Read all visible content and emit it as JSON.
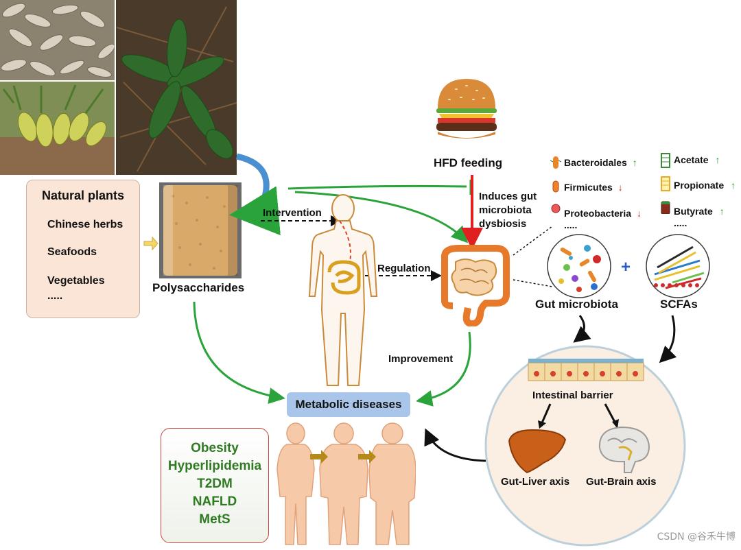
{
  "plants_box": {
    "title": "Natural plants",
    "items": [
      "Chinese herbs",
      "Seafoods",
      "Vegetables",
      "....."
    ]
  },
  "polysaccharides": "Polysaccharides",
  "intervention": "Intervention",
  "regulation": "Regulation",
  "improvement": "Improvement",
  "metabolic_diseases": "Metabolic diseases",
  "diseases": [
    "Obesity",
    "Hyperlipidemia",
    "T2DM",
    "NAFLD",
    "MetS"
  ],
  "hfd_feeding": "HFD feeding",
  "dysbiosis": [
    "Induces gut",
    "microbiota",
    "dysbiosis"
  ],
  "bacteria": [
    {
      "name": "Bacteroidales",
      "trend": "↑"
    },
    {
      "name": "Firmicutes",
      "trend": "↓"
    },
    {
      "name": "Proteobacteria",
      "trend": "↓"
    }
  ],
  "bacteria_more": ".....",
  "scfa_list": [
    {
      "name": "Acetate",
      "trend": "↑"
    },
    {
      "name": "Propionate",
      "trend": "↑"
    },
    {
      "name": "Butyrate",
      "trend": "↑"
    }
  ],
  "scfa_more": ".....",
  "gut_microbiota": "Gut microbiota",
  "plus": "+",
  "scfas": "SCFAs",
  "intestinal_barrier": "Intestinal barrier",
  "gut_liver_axis": "Gut-Liver axis",
  "gut_brain_axis": "Gut-Brain axis",
  "watermark": "CSDN @谷禾牛博",
  "colors": {
    "green_arrow": "#2aa33b",
    "red_arrow": "#e02020",
    "disease_text": "#2f7a22",
    "metabolic_box": "#a9c6ea",
    "plants_box": "#fbe5d6",
    "circle_bg": "#fbeee3"
  }
}
